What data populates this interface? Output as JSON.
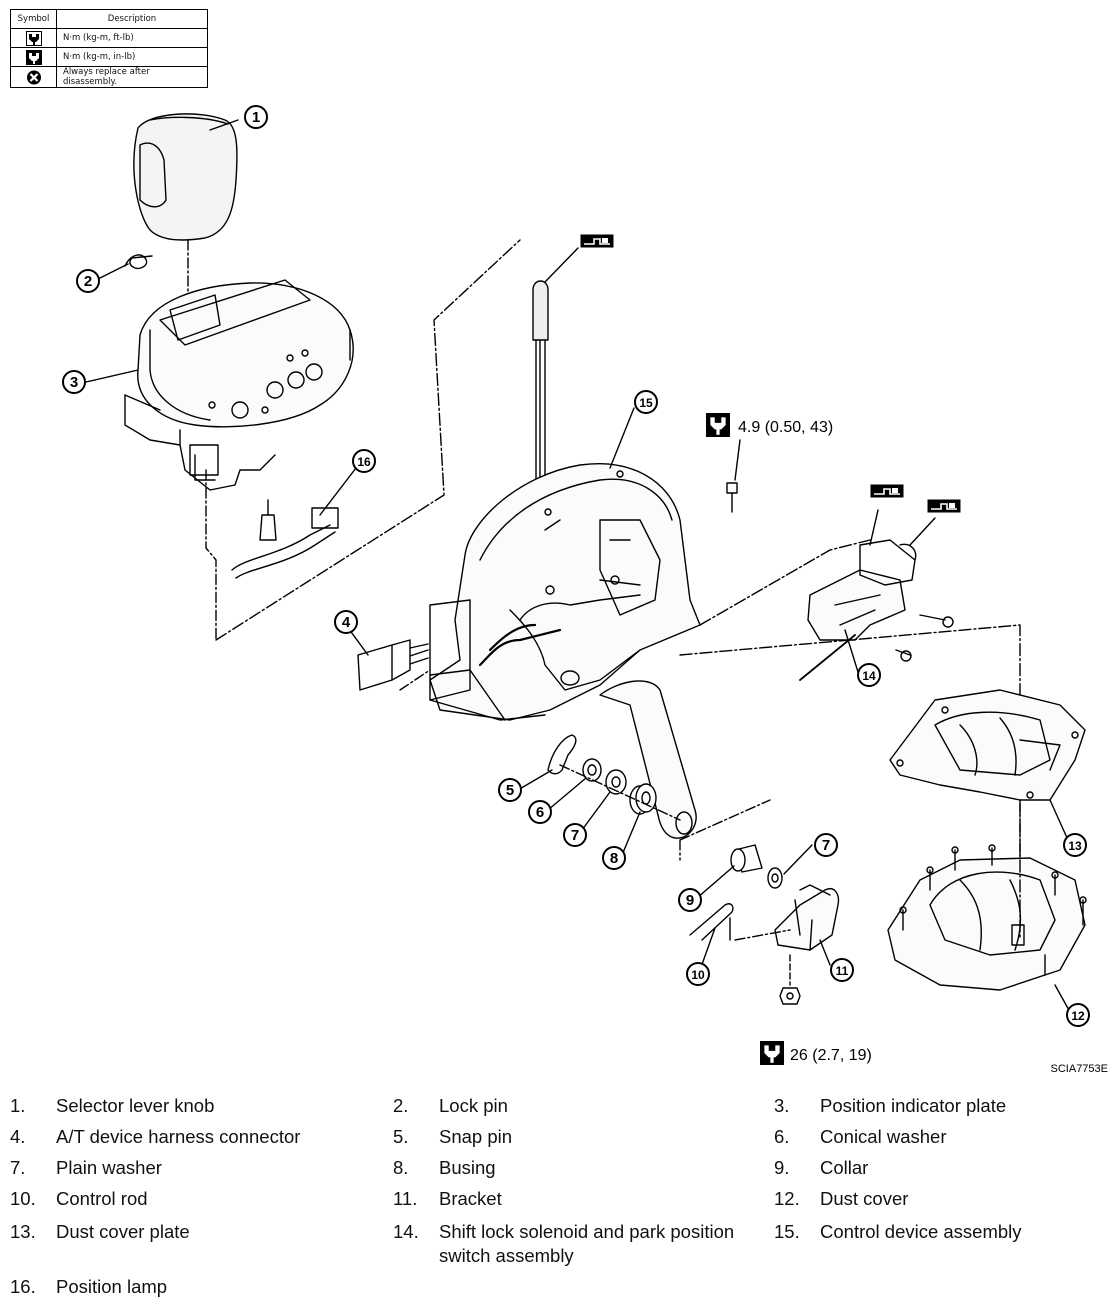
{
  "symbol_table": {
    "headers": [
      "Symbol",
      "Description"
    ],
    "rows": [
      {
        "icon": "torque-wrench-icon",
        "description": "N·m (kg-m, ft-lb)"
      },
      {
        "icon": "torque-wrench-in-lb-icon",
        "description": "N·m (kg-m, in-lb)"
      },
      {
        "icon": "always-replace-icon",
        "description": "Always replace after disassembly."
      }
    ]
  },
  "diagram": {
    "callouts": [
      "1",
      "2",
      "3",
      "4",
      "5",
      "6",
      "7",
      "7",
      "8",
      "9",
      "10",
      "11",
      "12",
      "13",
      "14",
      "15",
      "16"
    ],
    "torque_specs": [
      "4.9 (0.50, 43)",
      "26 (2.7, 19)"
    ],
    "figure_id": "SCIA7753E"
  },
  "legend": [
    {
      "num": "1.",
      "label": "Selector lever knob"
    },
    {
      "num": "2.",
      "label": "Lock pin"
    },
    {
      "num": "3.",
      "label": "Position indicator plate"
    },
    {
      "num": "4.",
      "label": "A/T device harness connector"
    },
    {
      "num": "5.",
      "label": "Snap pin"
    },
    {
      "num": "6.",
      "label": "Conical washer"
    },
    {
      "num": "7.",
      "label": "Plain washer"
    },
    {
      "num": "8.",
      "label": "Busing"
    },
    {
      "num": "9.",
      "label": "Collar"
    },
    {
      "num": "10.",
      "label": "Control rod"
    },
    {
      "num": "11.",
      "label": "Bracket"
    },
    {
      "num": "12.",
      "label": "Dust cover"
    },
    {
      "num": "13.",
      "label": "Dust cover plate"
    },
    {
      "num": "14.",
      "label": "Shift lock solenoid and park position switch assembly"
    },
    {
      "num": "15.",
      "label": "Control device assembly"
    },
    {
      "num": "16.",
      "label": "Position lamp"
    }
  ]
}
